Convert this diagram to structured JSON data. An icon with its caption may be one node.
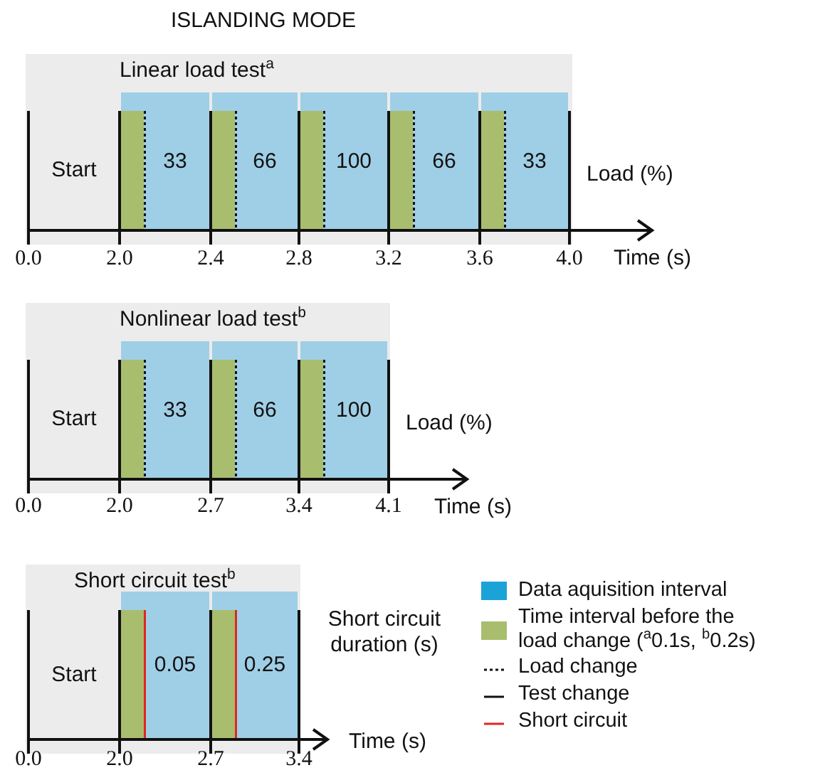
{
  "diagram": {
    "title": "ISLANDING MODE",
    "nodes": [
      {
        "text": [
          "Linear load test$^{a}$"
        ]
      },
      {
        "text": [
          "Start"
        ],
        "in": 0
      },
      {
        "text": [
          "33"
        ],
        "in": 0
      },
      {
        "text": [
          "66"
        ],
        "in": 0
      },
      {
        "text": [
          "100"
        ],
        "in": 0
      },
      {
        "text": [
          "66"
        ],
        "in": 0
      },
      {
        "text": [
          "33"
        ],
        "in": 0
      },
      {
        "text": [
          "Nonlinear load test$^{b}$"
        ]
      },
      {
        "text": [
          "Start"
        ],
        "in": 7
      },
      {
        "text": [
          "33"
        ],
        "in": 7
      },
      {
        "text": [
          "66"
        ],
        "in": 7
      },
      {
        "text": [
          "100"
        ],
        "in": 7
      },
      {
        "text": [
          "Short circuit test$^{b}$"
        ]
      },
      {
        "text": [
          "Start"
        ],
        "in": 12
      },
      {
        "text": [
          "0.05"
        ],
        "in": 12
      },
      {
        "text": [
          "0.25"
        ],
        "in": 12
      }
    ],
    "labels": [
      "Load (%)",
      "0.0",
      "2.0",
      "2.4",
      "2.8",
      "3.2",
      "3.6",
      "4.0",
      "Time (s)",
      "Load (%)",
      "0.0",
      "2.0",
      "2.7",
      "3.4",
      "4.1",
      "Time (s)",
      "Short circuit duration (s)",
      "0.0",
      "2.0",
      "2.7",
      "3.4",
      "Time (s)"
    ],
    "legend": [
      {
        "text": "Data aquisition interval",
        "color": "#1ba3d8"
      },
      {
        "text": "Time interval before the load change ($^{a}$0.1s, $^{b}$0.2s)",
        "color": "#a9bd6e"
      },
      {
        "text": "Load change"
      },
      {
        "text": "Test change"
      },
      {
        "text": "Short circuit"
      }
    ]
  }
}
